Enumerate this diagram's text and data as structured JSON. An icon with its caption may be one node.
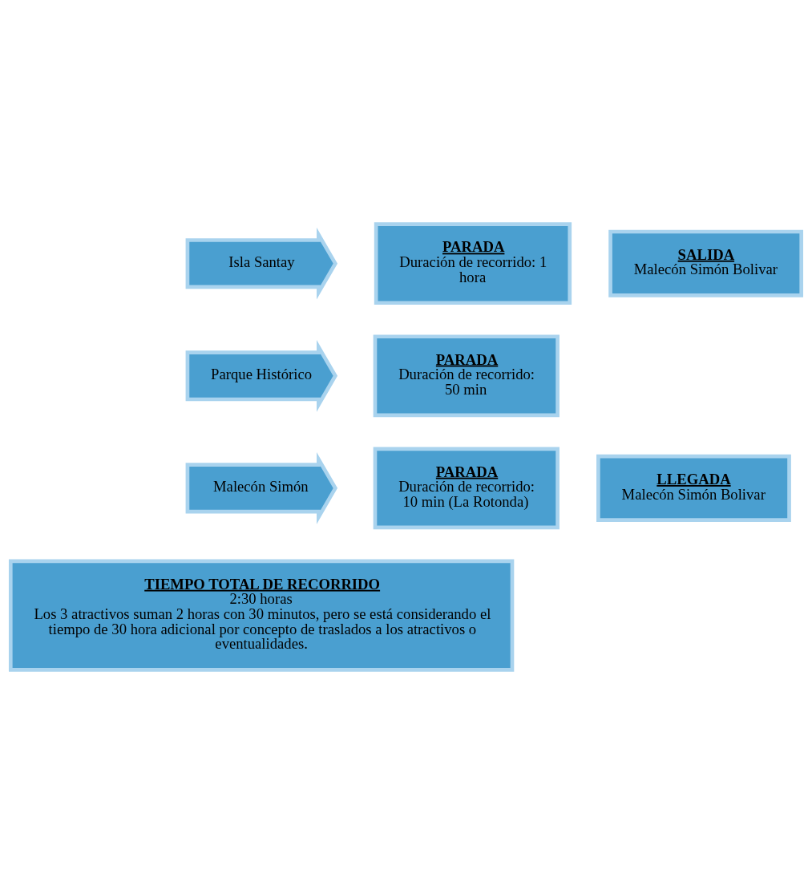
{
  "diagram": {
    "nodes": [
      {
        "text": [
          "SALIDA",
          "Malecón Simón Bolivar"
        ]
      },
      {
        "text": [
          "Isla Santay"
        ]
      },
      {
        "text": [
          "PARADA",
          "Duración de recorrido: 1 hora"
        ]
      },
      {
        "text": [
          "Parque Histórico"
        ]
      },
      {
        "text": [
          "PARADA",
          "Duración de recorrido: 50 min"
        ]
      },
      {
        "text": [
          "Malecón Simón"
        ]
      },
      {
        "text": [
          "PARADA",
          "Duración de recorrido: 10 min (La Rotonda)"
        ]
      },
      {
        "text": [
          "LLEGADA",
          "Malecón Simón Bolivar"
        ]
      },
      {
        "text": [
          "TIEMPO TOTAL DE RECORRIDO",
          "2:30 horas",
          "Los 3 atractivos suman 2 horas con 30 minutos, pero se está considerando el tiempo de 30 hora adicional por concepto de traslados a los atractivos o eventualidades."
        ]
      }
    ],
    "edges": []
  }
}
